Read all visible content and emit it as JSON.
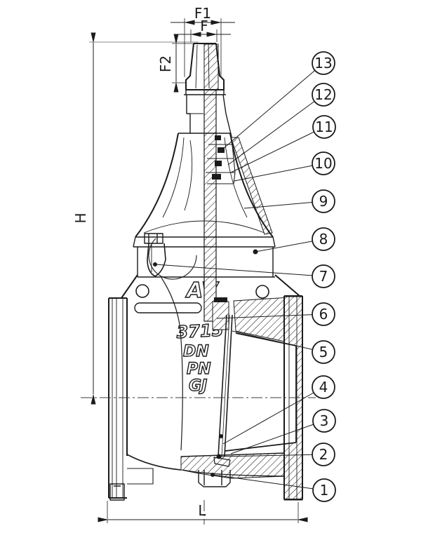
{
  "drawing": {
    "dimension_labels": {
      "f1": "F1",
      "f": "F",
      "f2": "F2",
      "h": "H",
      "l": "L"
    },
    "body_markings": {
      "logo": "AV",
      "figure_number": "3715",
      "size_prefix": "DN",
      "pressure_prefix": "PN",
      "material_prefix": "GJ"
    },
    "callouts": [
      {
        "number": "13"
      },
      {
        "number": "12"
      },
      {
        "number": "11"
      },
      {
        "number": "10"
      },
      {
        "number": "9"
      },
      {
        "number": "8"
      },
      {
        "number": "7"
      },
      {
        "number": "6"
      },
      {
        "number": "5"
      },
      {
        "number": "4"
      },
      {
        "number": "3"
      },
      {
        "number": "2"
      },
      {
        "number": "1"
      }
    ],
    "colors": {
      "line": "#1b1b1b",
      "background": "#ffffff"
    }
  }
}
